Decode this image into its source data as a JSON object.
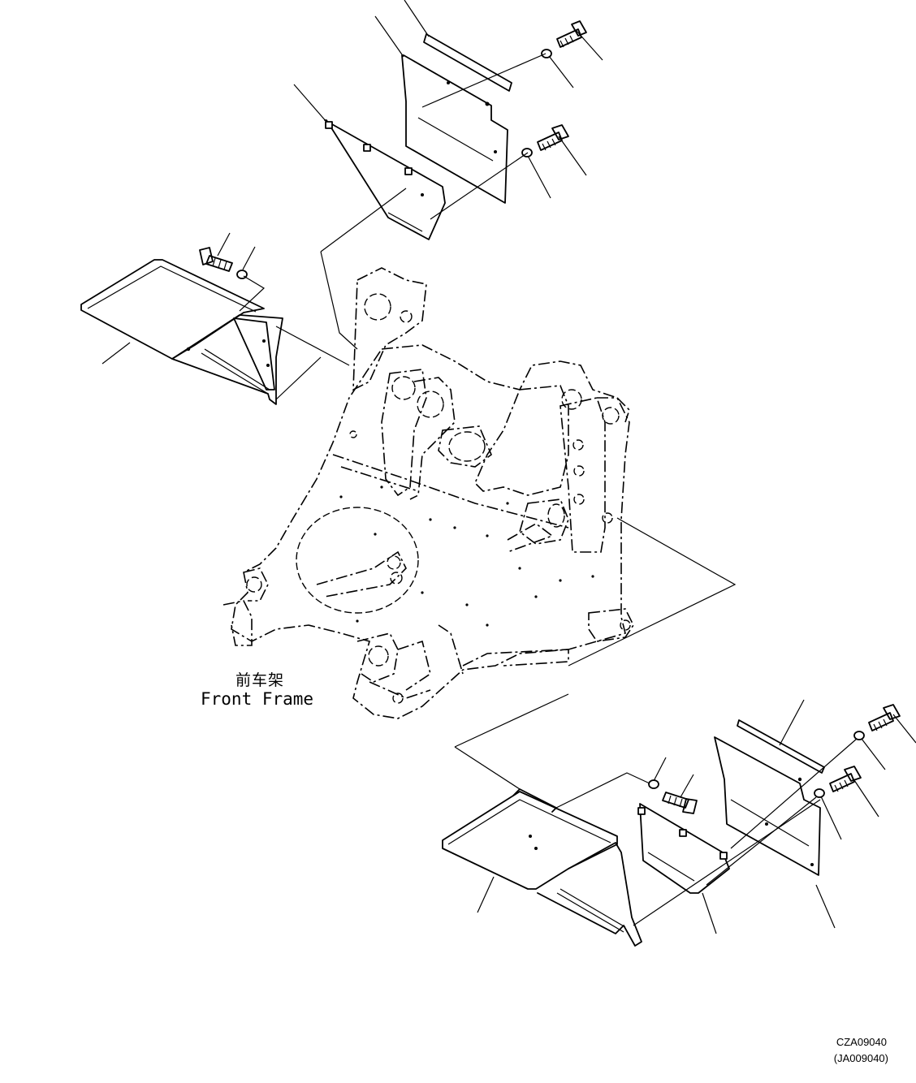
{
  "diagram": {
    "frame_label_cn": "前车架",
    "frame_label_en": "Front Frame",
    "drawing_code": "CZA09040",
    "reference_code": "(JA009040)"
  }
}
